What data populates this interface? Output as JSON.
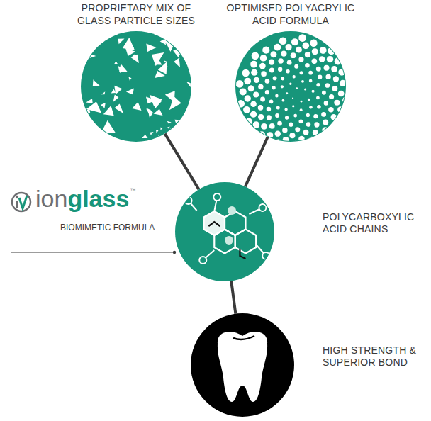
{
  "diagram": {
    "nodes": [
      {
        "text": [
          "PROPRIETARY MIX OF GLASS PARTICLE SIZES"
        ]
      },
      {
        "text": [
          "OPTIMISED POLYACRYLIC ACID FORMULA"
        ]
      },
      {
        "text": [
          "POLYCARBOXYLIC ACID CHAINS"
        ]
      },
      {
        "text": [
          "HIGH STRENGTH & SUPERIOR BOND"
        ]
      }
    ],
    "edges": [
      {
        "from": 0,
        "to": 2,
        "arrow": "none"
      },
      {
        "from": 1,
        "to": 2,
        "arrow": "none"
      },
      {
        "from": 2,
        "to": 3,
        "arrow": "none"
      }
    ],
    "labels": [
      "ion",
      "glass",
      "™",
      "BIOMIMETIC FORMULA"
    ]
  }
}
